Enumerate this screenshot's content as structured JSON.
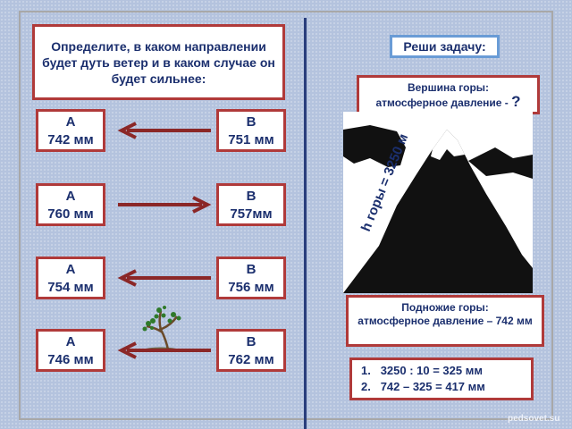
{
  "question": "Определите, в каком направлении будет дуть ветер и в каком случае он будет сильнее:",
  "task_title": "Реши задачу:",
  "summit": {
    "line1": "Вершина горы:",
    "line2": "атмосферное давление -",
    "mark": "?"
  },
  "height_label": "h горы = 3250 м",
  "foot": {
    "line1": "Подножие горы:",
    "line2": "атмосферное давление – 742 мм"
  },
  "solution": [
    {
      "num": "1.",
      "text": "3250 : 10 = 325 мм"
    },
    {
      "num": "2.",
      "text": "742 – 325 = 417 мм"
    }
  ],
  "pairs": [
    {
      "a_label": "А",
      "a_value": "742 мм",
      "b_label": "В",
      "b_value": "751 мм",
      "direction": "left"
    },
    {
      "a_label": "А",
      "a_value": "760 мм",
      "b_label": "В",
      "b_value": "757мм",
      "direction": "right"
    },
    {
      "a_label": "А",
      "a_value": "754 мм",
      "b_label": "В",
      "b_value": "756 мм",
      "direction": "left"
    },
    {
      "a_label": "А",
      "a_value": "746 мм",
      "b_label": "В",
      "b_value": "762 мм",
      "direction": "left"
    }
  ],
  "watermark": "pedsovet.su",
  "colors": {
    "background": "#b4c3de",
    "border": "#b03a3a",
    "text": "#1b2f6e",
    "arrow": "#8b2727"
  }
}
